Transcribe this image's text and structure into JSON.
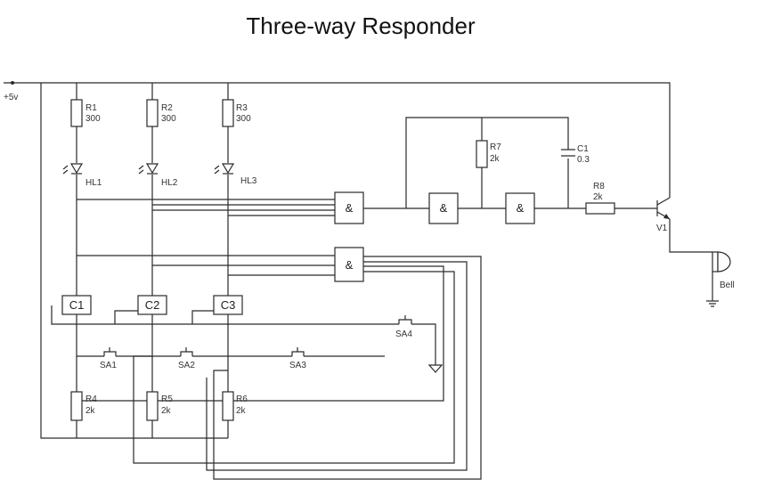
{
  "title": "Three-way Responder",
  "supply_label": "+5v",
  "resistors": [
    {
      "name": "R1",
      "value": "300"
    },
    {
      "name": "R2",
      "value": "300"
    },
    {
      "name": "R3",
      "value": "300"
    },
    {
      "name": "R4",
      "value": "2k"
    },
    {
      "name": "R5",
      "value": "2k"
    },
    {
      "name": "R6",
      "value": "2k"
    },
    {
      "name": "R7",
      "value": "2k"
    },
    {
      "name": "R8",
      "value": "2k"
    }
  ],
  "leds": [
    "HL1",
    "HL2",
    "HL3"
  ],
  "flipflops": [
    "C1",
    "C2",
    "C3"
  ],
  "switches": [
    "SA1",
    "SA2",
    "SA3",
    "SA4"
  ],
  "capacitor": {
    "name": "C1",
    "value": "0.3"
  },
  "gate_symbol": "&",
  "transistor": "V1",
  "bell": "Bell"
}
